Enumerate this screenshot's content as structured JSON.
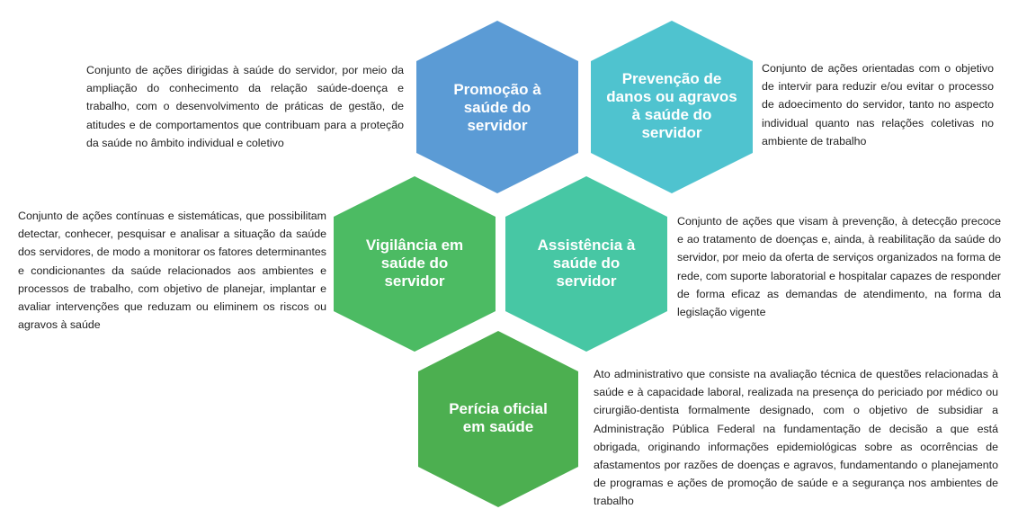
{
  "colors": {
    "promocao": "#5b9bd5",
    "prevencao": "#4fc3cf",
    "vigilancia": "#4cbb63",
    "assistencia": "#47c7a4",
    "pericia": "#4caf50",
    "text": "#222222"
  },
  "hexagons": {
    "promocao": "Promoção à saúde do servidor",
    "prevencao": "Prevenção de danos ou agravos à saúde do servidor",
    "vigilancia": "Vigilância em saúde do servidor",
    "assistencia": "Assistência à saúde do servidor",
    "pericia": "Perícia oficial em saúde"
  },
  "descriptions": {
    "promocao": "Conjunto de ações dirigidas à saúde do servidor, por meio da ampliação do conhecimento da relação saúde-doença e trabalho, com o desenvolvimento de práticas de gestão, de atitudes e de comportamentos que contribuam para a proteção da saúde no âmbito individual e coletivo",
    "prevencao": "Conjunto de ações orientadas com o objetivo de intervir para reduzir e/ou evitar o processo de adoecimento do servidor, tanto no aspecto individual quanto nas relações coletivas no ambiente de trabalho",
    "vigilancia": "Conjunto de ações contínuas e sistemáticas, que possibilitam detectar, conhecer, pesquisar e analisar a situação da saúde dos servidores, de modo a monitorar os fatores determinantes e condicionantes da saúde relacionados aos ambientes e processos de trabalho, com objetivo de planejar, implantar e avaliar intervenções que reduzam ou eliminem os riscos ou agravos à saúde",
    "assistencia": "Conjunto de ações que visam à prevenção, à detecção precoce e ao tratamento de doenças e, ainda, à reabilitação da saúde do servidor, por meio da oferta de serviços organizados na forma de rede, com suporte laboratorial e hospitalar capazes de responder de forma eficaz as demandas de atendimento, na forma da legislação vigente",
    "pericia": "Ato administrativo que consiste na avaliação técnica de questões relacionadas à saúde e à capacidade laboral, realizada na presença do periciado por médico ou cirurgião-dentista formalmente designado, com o objetivo de subsidiar a Administração Pública Federal na fundamentação de decisão a que está obrigada, originando informações epidemiológicas sobre as ocorrências de afastamentos por razões de doenças e agravos, fundamentando o planejamento de programas e ações de promoção de saúde e a segurança nos ambientes de trabalho"
  }
}
